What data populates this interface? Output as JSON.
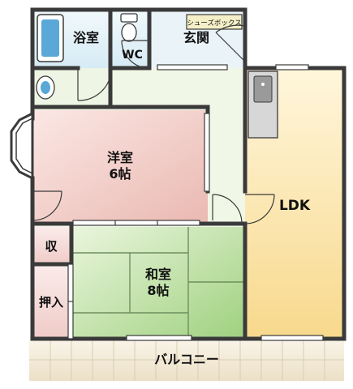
{
  "rooms": {
    "bath": "浴室",
    "wc": "WC",
    "entrance": "玄関",
    "shoe_box": "シューズボックス",
    "western_room": "洋室",
    "western_size": "6帖",
    "ldk": "LDK",
    "storage": "収",
    "closet": "押入",
    "japanese_room": "和室",
    "japanese_size": "8帖",
    "balcony": "バルコニー"
  },
  "colors": {
    "wall": "#3a3a3a",
    "bath_floor": "#e6f2f8",
    "hall_floor": "#f1f7e6",
    "western_floor": "#f2c9c4",
    "ldk_floor": "#fbe7b4",
    "japanese_floor": "#cfe8b5",
    "storage_floor": "#f4d9d6",
    "balcony_floor": "#f3ead9",
    "fixture": "#5aa8d8"
  }
}
